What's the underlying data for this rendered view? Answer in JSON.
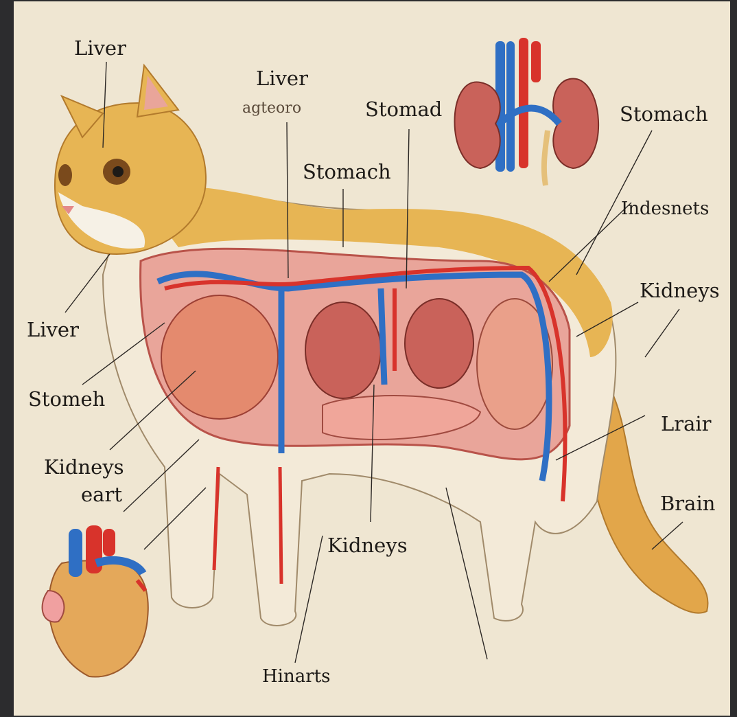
{
  "labels": {
    "liver_top": "Liver",
    "liver_mid": "Liver",
    "agteoro": "agteoro",
    "stomad": "Stomad",
    "stomach_center": "Stomach",
    "stomach_right": "Stomach",
    "indesnets": "Indesnets",
    "kidneys_right": "Kidneys",
    "liver_left": "Liver",
    "stomeh": "Stomeh",
    "kidneys_left": "Kidneys",
    "eart": "eart",
    "lrair": "Lrair",
    "brain": "Brain",
    "kidneys_bottom": "Kidneys",
    "hinarts": "Hinarts"
  },
  "colors": {
    "paper": "#efe6d2",
    "fur": "#e7b554",
    "artery": "#d8332b",
    "vein": "#2f6fc4",
    "organ": "#c9625a"
  },
  "icons": [
    "cat-illustration",
    "kidney-inset-icon",
    "heart-inset-icon"
  ]
}
